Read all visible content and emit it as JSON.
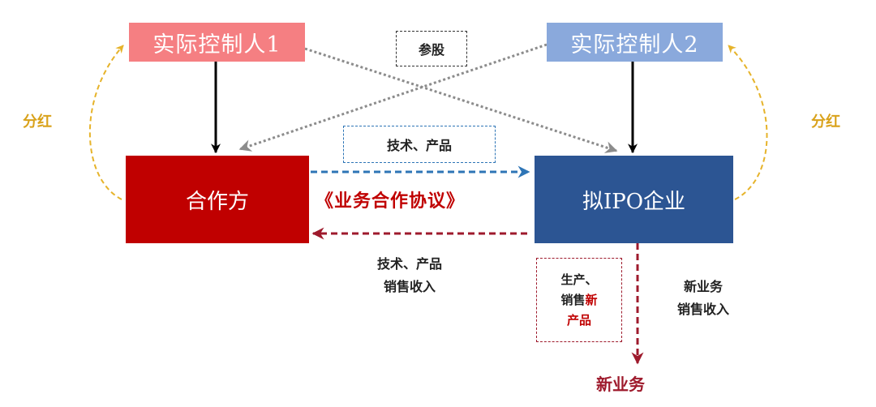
{
  "controllers": {
    "controller1": "实际控制人1",
    "controller2": "实际控制人2"
  },
  "shareholding_label": "参股",
  "dividend_left": "分红",
  "dividend_right": "分红",
  "partner_label": "合作方",
  "ipo_label": "拟IPO企业",
  "tech_product_top": "技术、产品",
  "agreement_label": "《业务合作协议》",
  "bottom_left_label": {
    "line1": "技术、产品",
    "line2": "销售收入"
  },
  "produce_box": {
    "line1": "生产、",
    "line2_prefix": "销售",
    "line2_highlight": "新",
    "line3_highlight": "产品"
  },
  "new_business_revenue": {
    "line1": "新业务",
    "line2": "销售收入"
  },
  "new_business_label": "新业务",
  "colors": {
    "controller1_fill": "#f57f82",
    "controller2_fill": "#8aa9dc",
    "partner_fill": "#c00000",
    "ipo_fill": "#2c5593",
    "dividend_arrow": "#e6b32a",
    "tech_flow_arrow": "#2e75b6",
    "revenue_flow_arrow": "#9e1a2c",
    "shareholding_arrow": "#8c8c8c"
  }
}
